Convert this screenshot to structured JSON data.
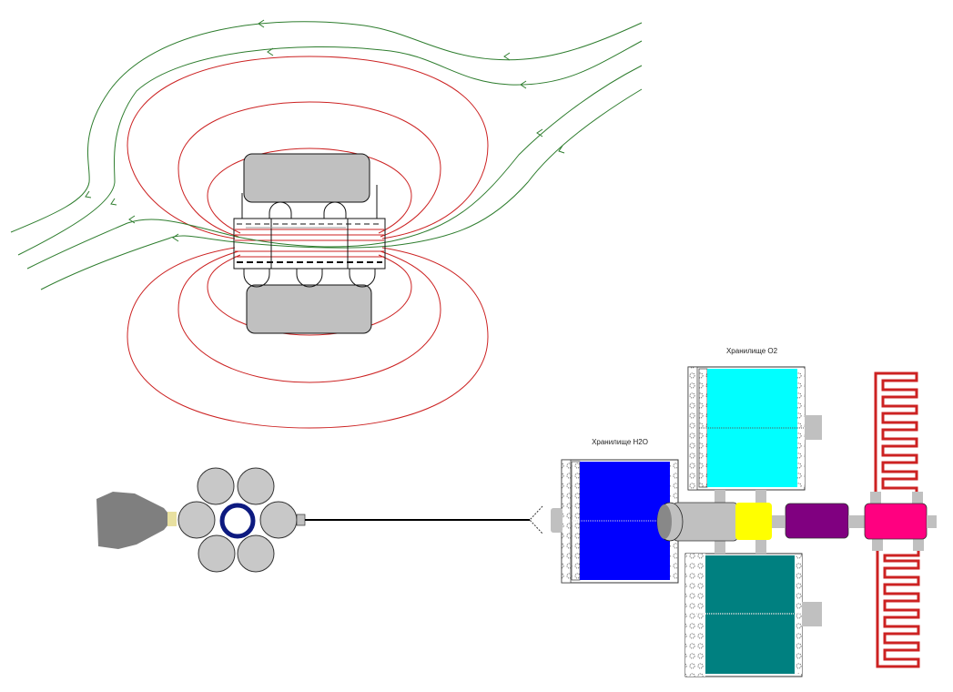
{
  "diagram": {
    "magnetic_field": {
      "field_line_color": "#cc2222",
      "flow_line_color": "#2e7d2e",
      "coil_color": "#c0c0c0"
    },
    "spacecraft": {
      "tanks": [
        {
          "id": "o2",
          "label": "Хранилище О2",
          "color": "#00ffff"
        },
        {
          "id": "h2o",
          "label": "Хранилище Н2О",
          "color": "#0000ff"
        },
        {
          "id": "lower",
          "label": "",
          "color": "#008080"
        }
      ],
      "modules": [
        {
          "id": "yellow-module",
          "color": "#ffff00"
        },
        {
          "id": "purple-module",
          "color": "#800080"
        },
        {
          "id": "pink-module",
          "color": "#ff0080"
        }
      ],
      "radiator_color": "#cc2222",
      "ring_color": "#0d1a80"
    }
  }
}
